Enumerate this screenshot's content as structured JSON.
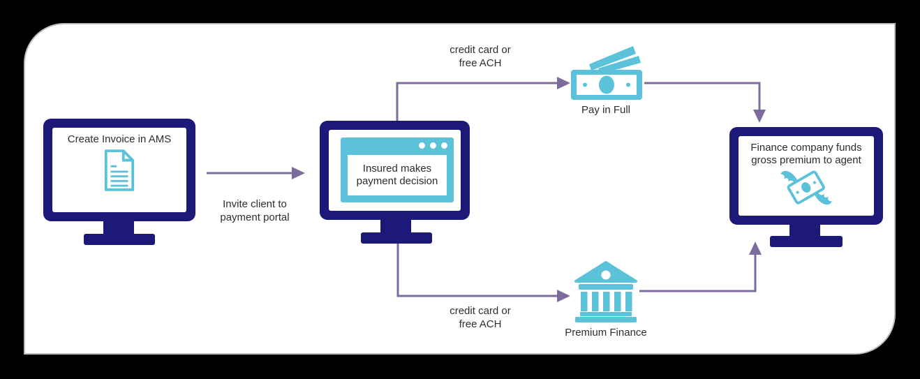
{
  "colors": {
    "background": "#000000",
    "panel": "#ffffff",
    "panel_border": "#b6bfc2",
    "monitor_navy": "#1d1979",
    "icon_cyan": "#5bc2d9",
    "connector_purple": "#7d6b9e",
    "text": "#2d2d2d"
  },
  "nodes": {
    "create_invoice": {
      "title": "Create Invoice in AMS",
      "icon": "document-icon"
    },
    "payment_decision": {
      "line1": "Insured makes",
      "line2": "payment decision",
      "icon": "browser-window"
    },
    "pay_in_full": {
      "caption": "Pay in Full",
      "icon": "cash-icon"
    },
    "premium_finance": {
      "caption": "Premium Finance",
      "icon": "bank-icon"
    },
    "finance_company": {
      "line1": "Finance company funds",
      "line2": "gross premium to agent",
      "icon": "winged-money-icon"
    }
  },
  "edges": {
    "invite": {
      "line1": "Invite client to",
      "line2": "payment portal"
    },
    "top_branch": {
      "line1": "credit card or",
      "line2": "free ACH"
    },
    "bottom_branch": {
      "line1": "credit card or",
      "line2": "free ACH"
    }
  }
}
